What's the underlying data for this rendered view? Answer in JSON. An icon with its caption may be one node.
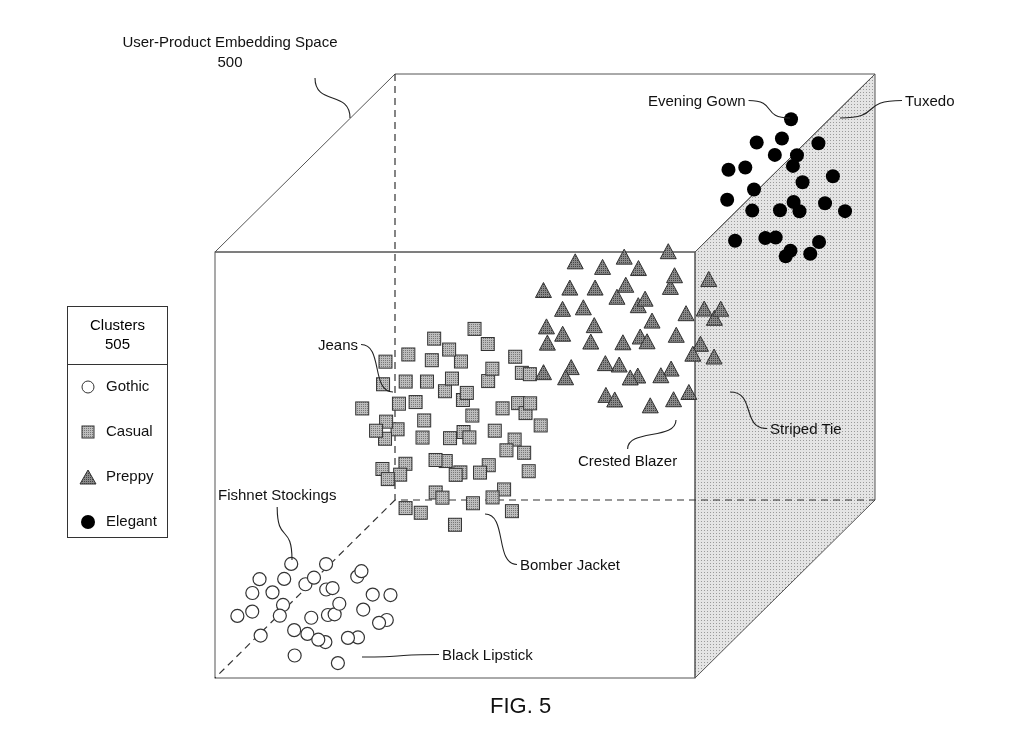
{
  "diagram": {
    "caption": "FIG. 5",
    "nodes": [
      {
        "text": [
          "User-Product Embedding Space 500"
        ]
      },
      {
        "text": [],
        "shape": "box"
      },
      {
        "text": [
          "Clusters 505"
        ]
      },
      {
        "text": [
          "Evening Gown"
        ]
      },
      {
        "text": [
          "Tuxedo"
        ]
      },
      {
        "text": [
          "Jeans"
        ],
        "in": 1
      },
      {
        "text": [
          "Striped Tie"
        ]
      },
      {
        "text": [
          "Crested Blazer"
        ],
        "in": 1
      },
      {
        "text": [
          "Fishnet Stockings"
        ],
        "in": 1
      },
      {
        "text": [
          "Bomber Jacket"
        ],
        "in": 1
      },
      {
        "text": [
          "Black Lipstick"
        ],
        "in": 1
      }
    ],
    "edges": [
      {
        "from": 0,
        "to": 1,
        "arrow": "none"
      },
      {
        "from": 3,
        "to": 1,
        "arrow": "none"
      },
      {
        "from": 4,
        "to": 1,
        "arrow": "none"
      },
      {
        "from": 5,
        "to": 1,
        "arrow": "none"
      },
      {
        "from": 6,
        "to": 1,
        "arrow": "none"
      },
      {
        "from": 7,
        "to": 1,
        "arrow": "none"
      },
      {
        "from": 8,
        "to": 1,
        "arrow": "none"
      },
      {
        "from": 9,
        "to": 1,
        "arrow": "none"
      },
      {
        "from": 10,
        "to": 1,
        "arrow": "none"
      }
    ],
    "legend": [
      {
        "text": "Gothic"
      },
      {
        "text": "Casual"
      },
      {
        "text": "Preppy"
      },
      {
        "text": "Elegant"
      }
    ]
  }
}
